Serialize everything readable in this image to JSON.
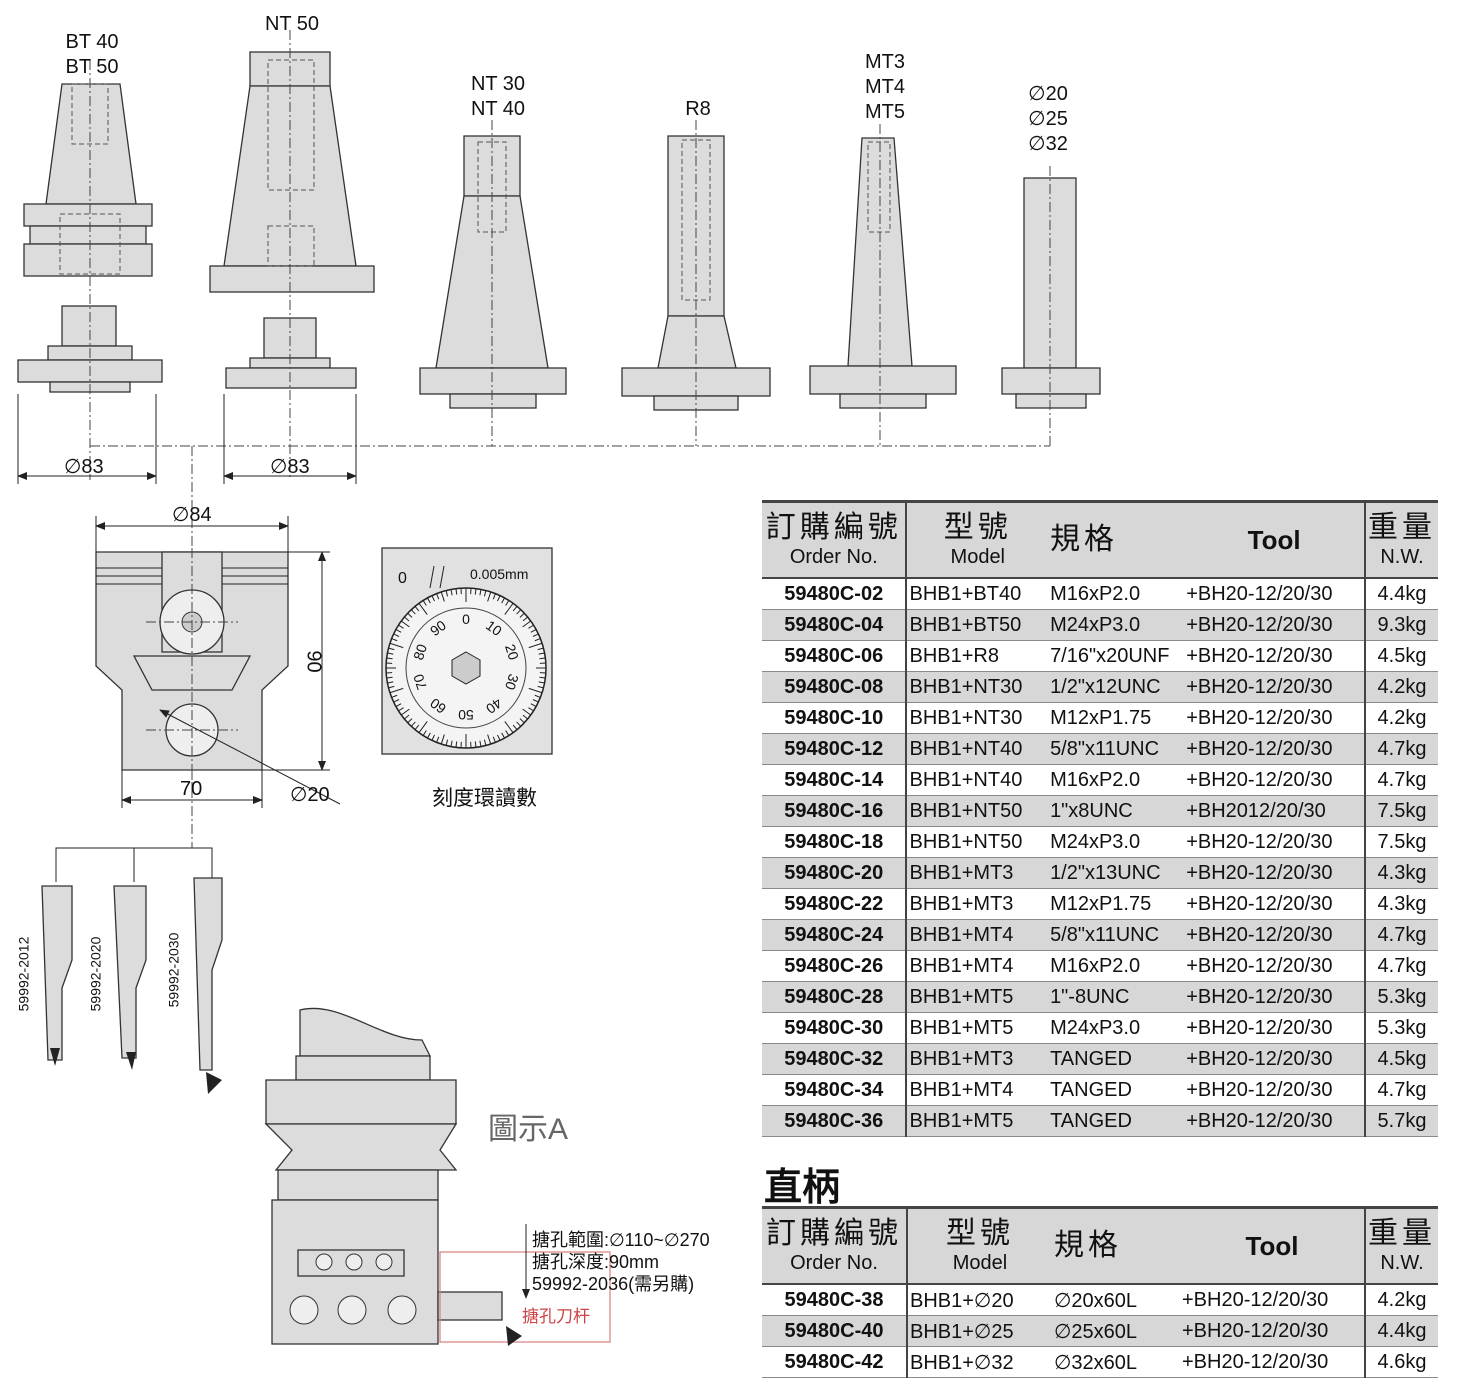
{
  "shank_labels": {
    "bt": [
      "BT 40",
      "BT 50"
    ],
    "nt50": "NT 50",
    "nt": [
      "NT 30",
      "NT 40"
    ],
    "r8": "R8",
    "mt": [
      "MT3",
      "MT4",
      "MT5"
    ],
    "straight": [
      "∅20",
      "∅25",
      "∅32"
    ]
  },
  "dimensions": {
    "d83_left": "∅83",
    "d83_right": "∅83",
    "d84": "∅84",
    "h90": "90",
    "w70": "70",
    "d20": "∅20"
  },
  "dial": {
    "resolution": "0.005mm",
    "zero": "0",
    "numbers": [
      "0",
      "10",
      "20",
      "30",
      "40",
      "50",
      "60",
      "70",
      "80",
      "90"
    ],
    "caption": "刻度環讀數"
  },
  "bars": [
    "59992-2012",
    "59992-2020",
    "59992-2030"
  ],
  "figure_a": {
    "label": "圖示A",
    "range": "搪孔範圍:∅110~∅270",
    "depth": "搪孔深度:90mm",
    "part": "59992-2036(需另購)",
    "tool": "搪孔刀杆"
  },
  "header": {
    "order_cn": "訂購編號",
    "order_en": "Order No.",
    "model_cn": "型號",
    "model_en": "Model",
    "spec_cn": "規格",
    "tool": "Tool",
    "weight_cn": "重量",
    "weight_en": "N.W."
  },
  "taper_rows": [
    {
      "order": "59480C-02",
      "model": "BHB1+BT40",
      "spec": "M16xP2.0",
      "tool": "+BH20-12/20/30",
      "weight": "4.4kg"
    },
    {
      "order": "59480C-04",
      "model": "BHB1+BT50",
      "spec": "M24xP3.0",
      "tool": "+BH20-12/20/30",
      "weight": "9.3kg"
    },
    {
      "order": "59480C-06",
      "model": "BHB1+R8",
      "spec": "7/16\"x20UNF",
      "tool": "+BH20-12/20/30",
      "weight": "4.5kg"
    },
    {
      "order": "59480C-08",
      "model": "BHB1+NT30",
      "spec": "1/2\"x12UNC",
      "tool": "+BH20-12/20/30",
      "weight": "4.2kg"
    },
    {
      "order": "59480C-10",
      "model": "BHB1+NT30",
      "spec": "M12xP1.75",
      "tool": "+BH20-12/20/30",
      "weight": "4.2kg"
    },
    {
      "order": "59480C-12",
      "model": "BHB1+NT40",
      "spec": "5/8\"x11UNC",
      "tool": "+BH20-12/20/30",
      "weight": "4.7kg"
    },
    {
      "order": "59480C-14",
      "model": "BHB1+NT40",
      "spec": "M16xP2.0",
      "tool": "+BH20-12/20/30",
      "weight": "4.7kg"
    },
    {
      "order": "59480C-16",
      "model": "BHB1+NT50",
      "spec": "1\"x8UNC",
      "tool": "+BH2012/20/30",
      "weight": "7.5kg"
    },
    {
      "order": "59480C-18",
      "model": "BHB1+NT50",
      "spec": "M24xP3.0",
      "tool": "+BH20-12/20/30",
      "weight": "7.5kg"
    },
    {
      "order": "59480C-20",
      "model": "BHB1+MT3",
      "spec": "1/2\"x13UNC",
      "tool": "+BH20-12/20/30",
      "weight": "4.3kg"
    },
    {
      "order": "59480C-22",
      "model": "BHB1+MT3",
      "spec": "M12xP1.75",
      "tool": "+BH20-12/20/30",
      "weight": "4.3kg"
    },
    {
      "order": "59480C-24",
      "model": "BHB1+MT4",
      "spec": "5/8\"x11UNC",
      "tool": "+BH20-12/20/30",
      "weight": "4.7kg"
    },
    {
      "order": "59480C-26",
      "model": "BHB1+MT4",
      "spec": "M16xP2.0",
      "tool": "+BH20-12/20/30",
      "weight": "4.7kg"
    },
    {
      "order": "59480C-28",
      "model": "BHB1+MT5",
      "spec": "1\"-8UNC",
      "tool": "+BH20-12/20/30",
      "weight": "5.3kg"
    },
    {
      "order": "59480C-30",
      "model": "BHB1+MT5",
      "spec": "M24xP3.0",
      "tool": "+BH20-12/20/30",
      "weight": "5.3kg"
    },
    {
      "order": "59480C-32",
      "model": "BHB1+MT3",
      "spec": "TANGED",
      "tool": "+BH20-12/20/30",
      "weight": "4.5kg"
    },
    {
      "order": "59480C-34",
      "model": "BHB1+MT4",
      "spec": "TANGED",
      "tool": "+BH20-12/20/30",
      "weight": "4.7kg"
    },
    {
      "order": "59480C-36",
      "model": "BHB1+MT5",
      "spec": "TANGED",
      "tool": "+BH20-12/20/30",
      "weight": "5.7kg"
    }
  ],
  "straight_title": "直柄",
  "straight_rows": [
    {
      "order": "59480C-38",
      "model": "BHB1+∅20",
      "spec": "∅20x60L",
      "tool": "+BH20-12/20/30",
      "weight": "4.2kg"
    },
    {
      "order": "59480C-40",
      "model": "BHB1+∅25",
      "spec": "∅25x60L",
      "tool": "+BH20-12/20/30",
      "weight": "4.4kg"
    },
    {
      "order": "59480C-42",
      "model": "BHB1+∅32",
      "spec": "∅32x60L",
      "tool": "+BH20-12/20/30",
      "weight": "4.6kg"
    }
  ]
}
